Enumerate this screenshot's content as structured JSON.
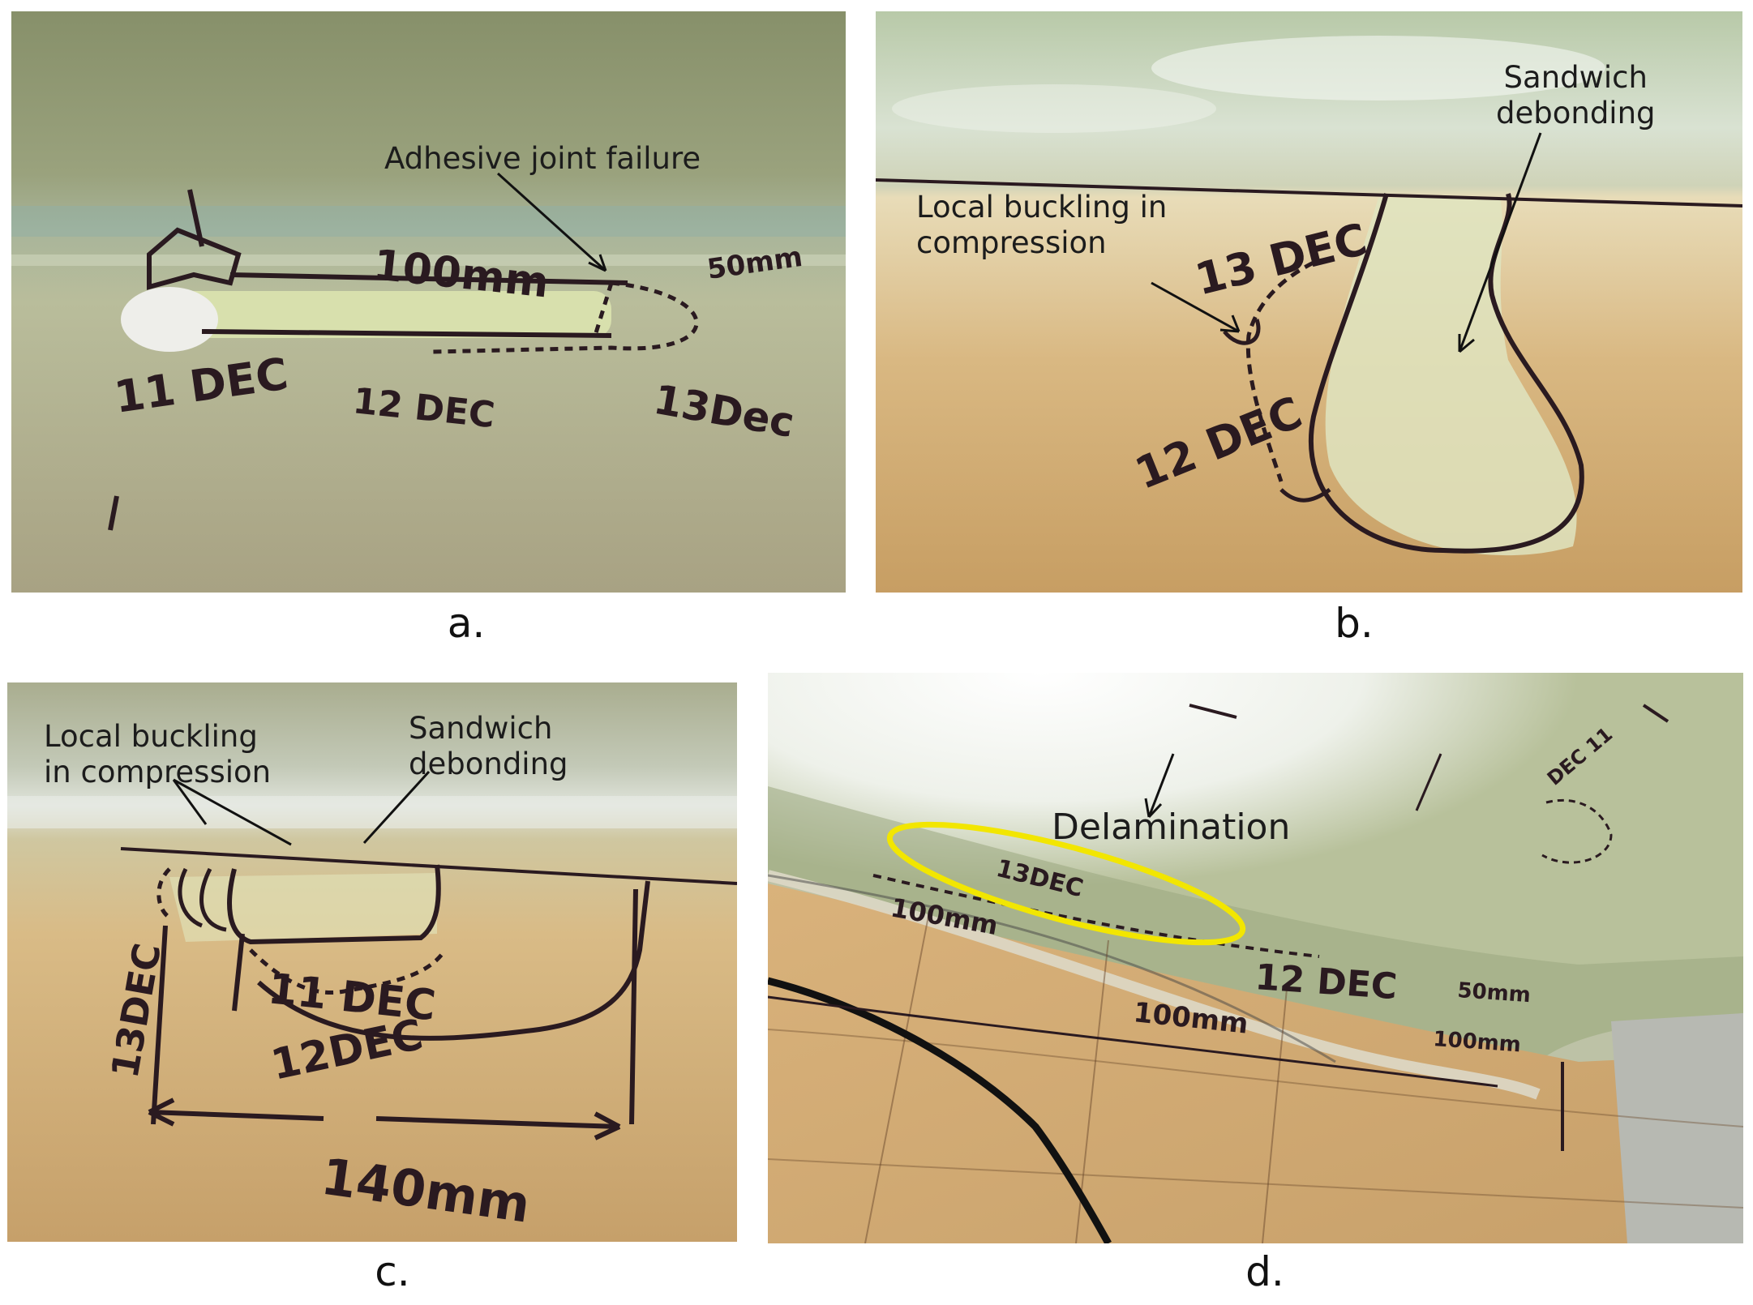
{
  "panels": {
    "a": {
      "caption": "a.",
      "annotations": {
        "failure": "Adhesive joint failure"
      },
      "handwriting": [
        "100mm",
        "50mm",
        "11 DEC",
        "12 DEC",
        "13Dec"
      ]
    },
    "b": {
      "caption": "b.",
      "annotations": {
        "buckling": "Local buckling in\ncompression",
        "debonding": "Sandwich\ndebonding"
      },
      "handwriting": [
        "13 DEC",
        "12 DEC"
      ]
    },
    "c": {
      "caption": "c.",
      "annotations": {
        "buckling": "Local buckling\nin compression",
        "debonding": "Sandwich\ndebonding"
      },
      "handwriting": [
        "11 DEC",
        "12DEC",
        "13DEC",
        "140mm"
      ]
    },
    "d": {
      "caption": "d.",
      "annotations": {
        "delamination": "Delamination"
      },
      "handwriting": [
        "100mm",
        "13DEC",
        "12 DEC",
        "100mm",
        "50mm",
        "100mm",
        "DEC 11"
      ]
    }
  },
  "colors": {
    "highlight_ellipse": "#f2e600",
    "marker_ink": "#2a1a20"
  }
}
